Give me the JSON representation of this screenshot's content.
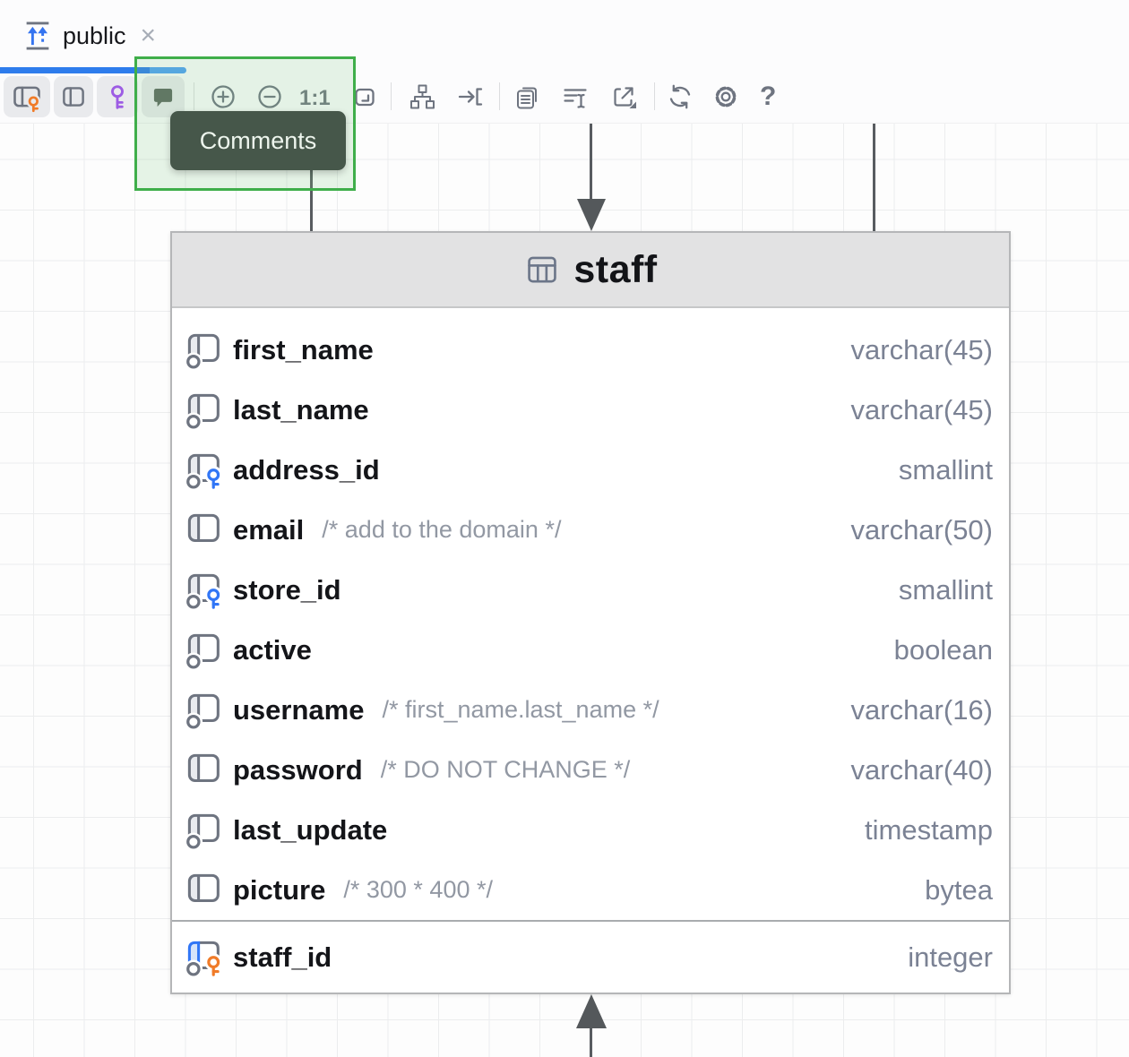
{
  "tab": {
    "title": "public",
    "close_glyph": "×"
  },
  "toolbar": {
    "zoom_reset_label": "1:1",
    "help_label": "?",
    "buttons": [
      "show-key-columns",
      "show-columns",
      "show-keys",
      "show-comments"
    ],
    "actions": [
      "zoom-in",
      "zoom-out",
      "actual-size",
      "fit-content",
      "auto-layout",
      "jump-to",
      "copy-diagram",
      "edit-selection",
      "export-diagram",
      "refresh",
      "settings",
      "help"
    ]
  },
  "tooltip": {
    "text": "Comments"
  },
  "diagram": {
    "table": {
      "title": "staff",
      "columns": [
        {
          "name": "first_name",
          "comment": "",
          "type": "varchar(45)",
          "icon": "column-notnull"
        },
        {
          "name": "last_name",
          "comment": "",
          "type": "varchar(45)",
          "icon": "column-notnull"
        },
        {
          "name": "address_id",
          "comment": "",
          "type": "smallint",
          "icon": "foreign-key"
        },
        {
          "name": "email",
          "comment": "/* add to the domain */",
          "type": "varchar(50)",
          "icon": "column-plain"
        },
        {
          "name": "store_id",
          "comment": "",
          "type": "smallint",
          "icon": "foreign-key"
        },
        {
          "name": "active",
          "comment": "",
          "type": "boolean",
          "icon": "column-notnull"
        },
        {
          "name": "username",
          "comment": "/* first_name.last_name */",
          "type": "varchar(16)",
          "icon": "column-notnull"
        },
        {
          "name": "password",
          "comment": "/* DO NOT CHANGE */",
          "type": "varchar(40)",
          "icon": "column-plain"
        },
        {
          "name": "last_update",
          "comment": "",
          "type": "timestamp",
          "icon": "column-notnull"
        },
        {
          "name": "picture",
          "comment": "/* 300 * 400 */",
          "type": "bytea",
          "icon": "column-plain"
        }
      ],
      "key_column": {
        "name": "staff_id",
        "comment": "",
        "type": "integer",
        "icon": "primary-key"
      }
    }
  },
  "colors": {
    "accent_blue": "#3574F0",
    "highlight_green": "#3FAE4A",
    "tooltip_bg": "#46574A",
    "primary_key_orange": "#F07B28",
    "foreign_key_blue": "#3176F6",
    "key_purple": "#9D5CE4",
    "icon_gray": "#6E7480",
    "type_text": "#7B8294",
    "header_bg": "#E2E2E3"
  }
}
